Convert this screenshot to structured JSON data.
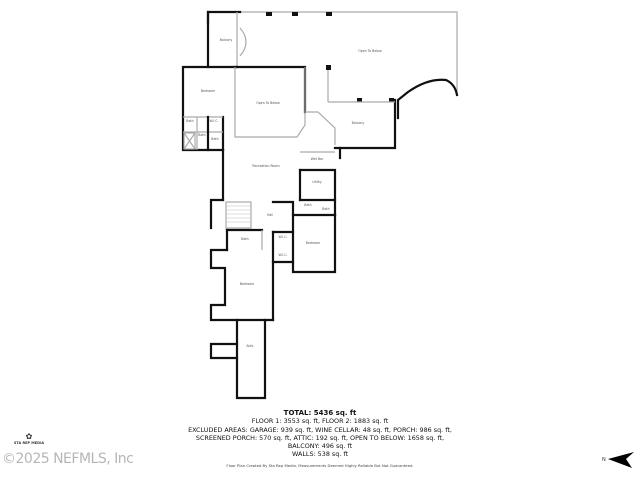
{
  "rooms": {
    "balcony_top": "Balcony",
    "open_below_large": "Open To Below",
    "bedroom_upper": "Bedroom",
    "open_below_center": "Open To Below",
    "balcony_right": "Balcony",
    "bath_1": "Bath",
    "wic_1": "W.I.C.",
    "bath_2": "Bath",
    "bath_3": "Bath",
    "recreation": "Recreation Room",
    "wet_bar": "Wet Bar",
    "utility": "Utility",
    "bath_4": "Bath",
    "bath_5": "Bath",
    "hall": "Hall",
    "bath_6": "Bath",
    "wic_2": "W.I.C.",
    "wic_3": "W.I.C.",
    "bedroom_right": "Bedroom",
    "bedroom_lower": "Bedroom",
    "attic": "Attic"
  },
  "summary": {
    "total": "TOTAL: 5436 sq. ft",
    "floors": "FLOOR 1: 3553 sq. ft, FLOOR 2: 1883 sq. ft",
    "excluded_1": "EXCLUDED AREAS: GARAGE: 939 sq. ft, WINE CELLAR: 48 sq. ft, PORCH: 986 sq. ft,",
    "excluded_2": "SCREENED PORCH: 570 sq. ft, ATTIC: 192 sq. ft, OPEN TO BELOW: 1658 sq. ft,",
    "balcony": "BALCONY: 496 sq. ft",
    "walls": "WALLS: 538 sq. ft"
  },
  "disclaimer": "Floor Plan Created By Sta Rep Media, Measurements Deemed Highly Reliable But Not Guaranteed.",
  "logo": "STA REP MEDIA",
  "watermark": "©2025 NEFMLS, Inc",
  "compass": "N"
}
